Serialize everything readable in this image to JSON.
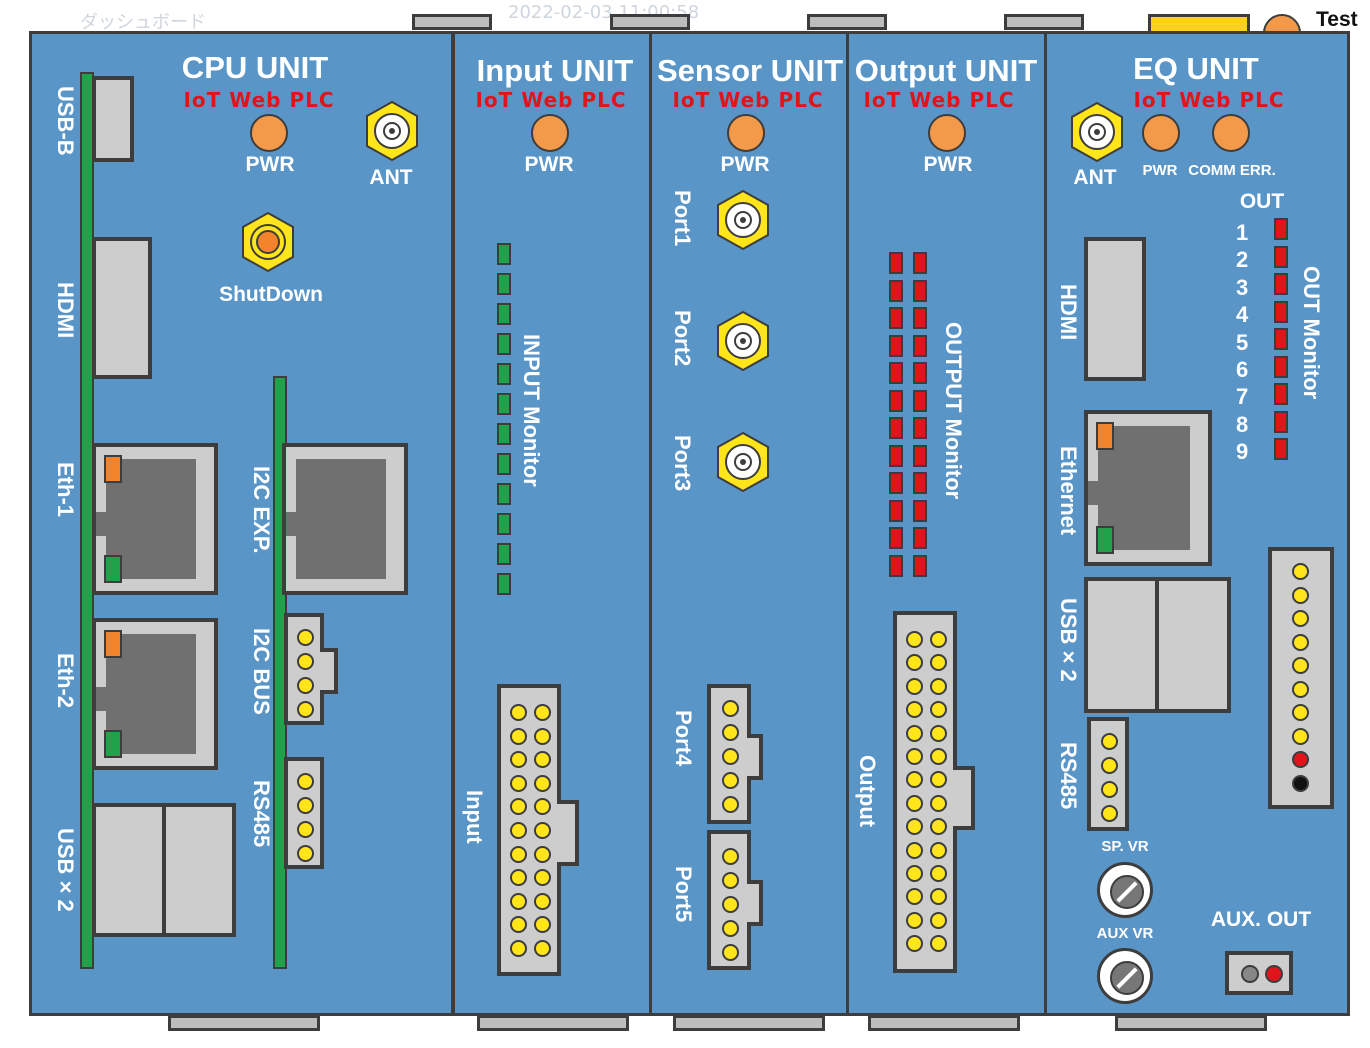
{
  "background": {
    "top_nav": "ダッシュボード",
    "timestamp": "2022-02-03 11:00:58",
    "test_label": "Test"
  },
  "brand": "IoT Web PLC",
  "units": {
    "cpu": {
      "title": "CPU UNIT",
      "pwr": "PWR",
      "ant": "ANT",
      "shutdown": "ShutDown",
      "usb_b": "USB-B",
      "hdmi": "HDMI",
      "eth1": "Eth-1",
      "eth2": "Eth-2",
      "usb2": "USB×2",
      "i2c_exp": "I2C EXP.",
      "i2c_bus": "I2C BUS",
      "rs485": "RS485"
    },
    "input": {
      "title": "Input UNIT",
      "pwr": "PWR",
      "monitor": "INPUT Monitor",
      "connector": "Input"
    },
    "sensor": {
      "title": "Sensor UNIT",
      "pwr": "PWR",
      "port1": "Port1",
      "port2": "Port2",
      "port3": "Port3",
      "port4": "Port4",
      "port5": "Port5"
    },
    "output": {
      "title": "Output UNIT",
      "pwr": "PWR",
      "monitor": "OUTPUT Monitor",
      "connector": "Output"
    },
    "eq": {
      "title": "EQ UNIT",
      "ant": "ANT",
      "pwr": "PWR",
      "comm_err": "COMM ERR.",
      "out": "OUT",
      "out_numbers": [
        "1",
        "2",
        "3",
        "4",
        "5",
        "6",
        "7",
        "8",
        "9"
      ],
      "out_monitor": "OUT Monitor",
      "hdmi": "HDMI",
      "ethernet": "Ethernet",
      "usb2": "USB×2",
      "rs485": "RS485",
      "sp_vr": "SP. VR",
      "aux_vr": "AUX VR",
      "aux_out": "AUX. OUT"
    }
  },
  "colors": {
    "panel": "#5a95c8",
    "led": "#f39a4a",
    "brand": "#e0141b",
    "rail": "#1fa24a",
    "pin": "#ffe51a"
  }
}
